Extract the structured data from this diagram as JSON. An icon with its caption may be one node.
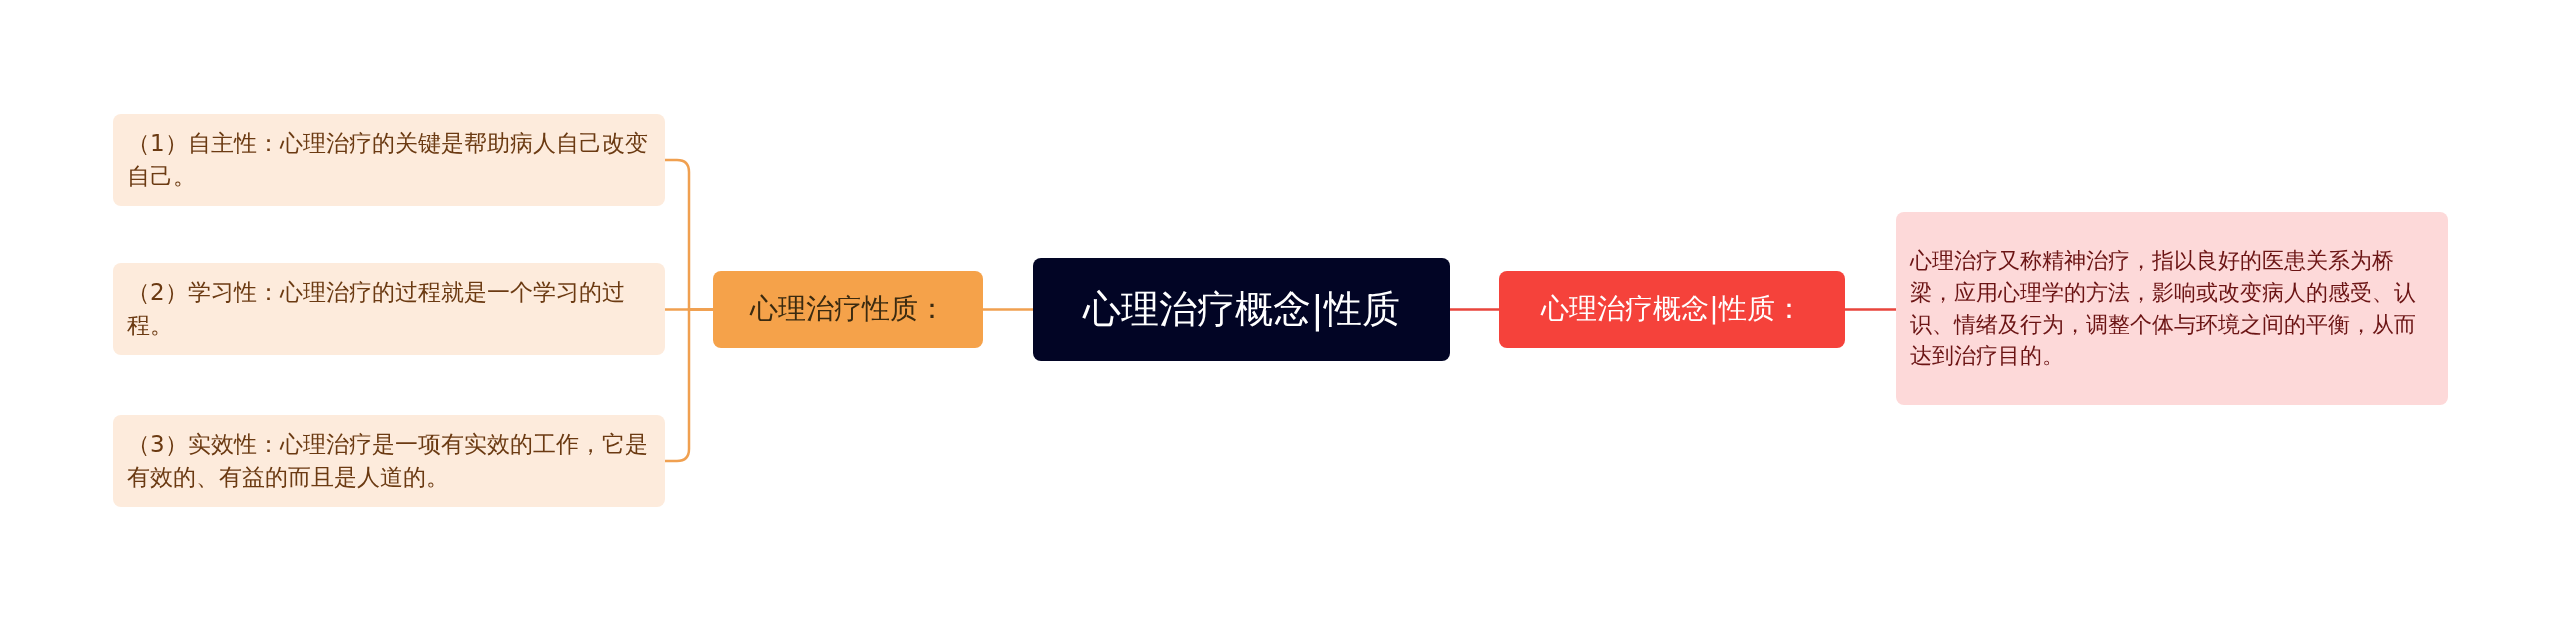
{
  "diagram": {
    "nodes": [
      {
        "text": [
          "心理治疗概念|性质"
        ]
      },
      {
        "text": [
          "心理治疗性质："
        ]
      },
      {
        "text": [
          "（1）自主性：心理治疗的关键是帮助病人自己改变自己。"
        ]
      },
      {
        "text": [
          "（2）学习性：心理治疗的过程就是一个学习的过程。"
        ]
      },
      {
        "text": [
          "（3）实效性：心理治疗是一项有实效的工作，它是有效的、有益的而且是人道的。"
        ]
      },
      {
        "text": [
          "心理治疗概念|性质："
        ]
      },
      {
        "text": [
          "心理治疗又称精神治疗，指以良好的医患关系为桥梁，应用心理学的方法，影响或改变病人的感受、认识、情绪及行为，调整个体与环境之间的平衡，从而达到治疗目的。"
        ]
      }
    ],
    "edges": [
      {
        "from": 0,
        "to": 1,
        "arrow": "none"
      },
      {
        "from": 1,
        "to": 2,
        "arrow": "none"
      },
      {
        "from": 1,
        "to": 3,
        "arrow": "none"
      },
      {
        "from": 1,
        "to": 4,
        "arrow": "none"
      },
      {
        "from": 0,
        "to": 5,
        "arrow": "none",
        "color": "#e8453c"
      },
      {
        "from": 5,
        "to": 6,
        "arrow": "none",
        "color": "#e8453c"
      }
    ]
  }
}
